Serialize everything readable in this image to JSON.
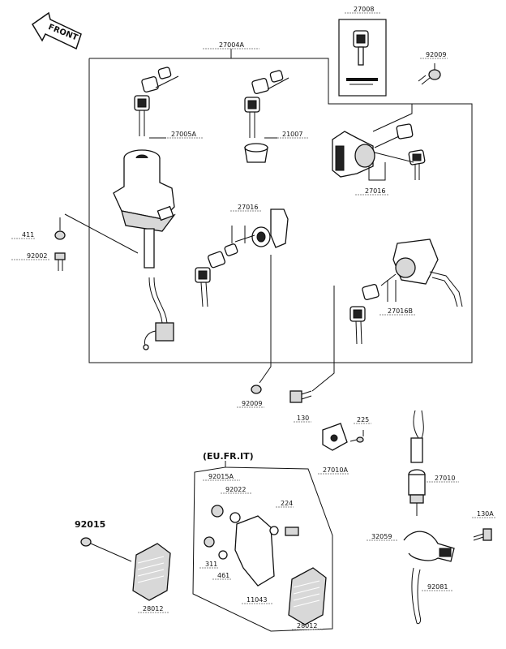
{
  "front_label": "FRONT",
  "region_label": "(EU.FR.IT)",
  "parts": {
    "p27008": "27008",
    "p27004a": "27004A",
    "p92009_top": "92009",
    "p27005a": "27005A",
    "p21007": "21007",
    "p27016_right": "27016",
    "p411": "411",
    "p92002": "92002",
    "p27016_mid": "27016",
    "p27016b": "27016B",
    "p92009_bottom": "92009",
    "p130": "130",
    "p225": "225",
    "p27010a": "27010A",
    "p27010": "27010",
    "p92015a": "92015A",
    "p92022": "92022",
    "p224": "224",
    "p92015": "92015",
    "p311": "311",
    "p461": "461",
    "p11043": "11043",
    "p28012_left": "28012",
    "p28012_right": "28012",
    "p130a": "130A",
    "p32059": "32059",
    "p92081": "92081"
  }
}
